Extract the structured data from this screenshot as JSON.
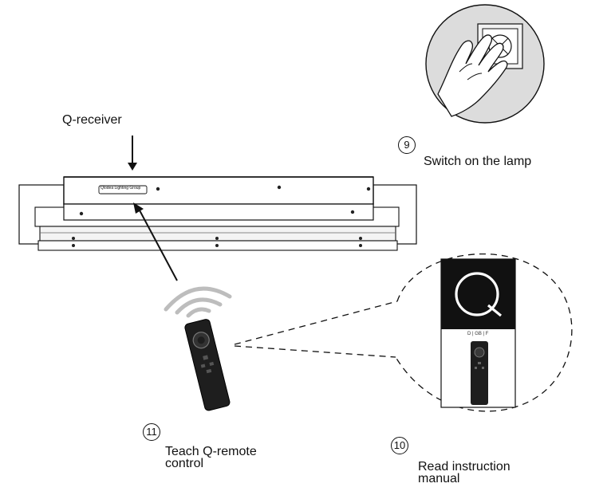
{
  "labels": {
    "receiver": "Q-receiver",
    "switch_on": "Switch on the lamp",
    "teach_line1": "Teach Q-remote",
    "teach_line2": "control",
    "read_line1": "Read instruction",
    "read_line2": "manual",
    "manual_languages": "D | GB | F",
    "manual_logo": "Q",
    "receiver_brand": "Qlodea Lighting Group"
  },
  "steps": {
    "switch": "9",
    "manual": "10",
    "teach": "11"
  },
  "colors": {
    "stroke": "#111111",
    "manual_cover": "#111111",
    "remote_body": "#1e1e1e",
    "wave": "#bdbdbd",
    "switch_bg": "#dcdcdc"
  },
  "icons": {
    "hand": "hand-pressing-switch-icon",
    "remote": "remote-control-icon",
    "signal": "wireless-signal-icon",
    "lamp": "ceiling-lamp-icon"
  }
}
